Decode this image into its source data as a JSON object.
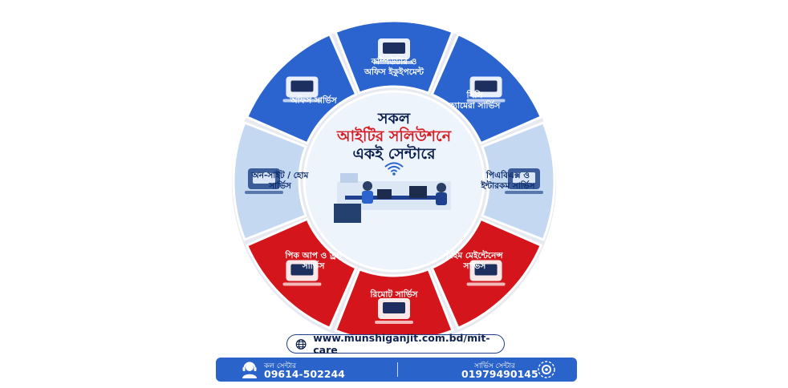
{
  "colors": {
    "blue": "#2b64cf",
    "light_blue": "#c4d8f1",
    "red": "#d4161c",
    "navy": "#0b1f4d"
  },
  "headline": {
    "line1": "সকল",
    "line2": "আইটির সলিউশনে",
    "line3": "একই সেন্টারে"
  },
  "segments": [
    {
      "id": "computer",
      "label": "কম্পিউটার ও\nঅফিস ইকুইপমেন্ট",
      "color": "blue",
      "icon": "computer-equipment-icon"
    },
    {
      "id": "cctv",
      "label": "সিসি\nক্যামেরা সার্ভিস",
      "color": "blue",
      "icon": "cctv-camera-icon"
    },
    {
      "id": "pabx",
      "label": "পিএবিএক্স ও\nইন্টারকম সার্ভিস",
      "color": "light_blue",
      "icon": "pabx-phone-icon"
    },
    {
      "id": "time",
      "label": "টাইম মেইন্টেনেন্স\nসার্ভিস",
      "color": "red",
      "icon": "time-clock-icon"
    },
    {
      "id": "remote",
      "label": "রিমোট সার্ভিস",
      "color": "red",
      "icon": "globe-network-icon"
    },
    {
      "id": "pickup",
      "label": "পিক আপ ও ড্রপ\nসার্ভিস",
      "color": "red",
      "icon": "delivery-truck-icon"
    },
    {
      "id": "onsite",
      "label": "অন-সাইট / হোম\nসার্ভিস",
      "color": "light_blue",
      "icon": "technician-desk-icon"
    },
    {
      "id": "office",
      "label": "অফিস সার্ভিস",
      "color": "blue",
      "icon": "office-printer-icon"
    }
  ],
  "website": {
    "url": "www.munshiganjit.com.bd/mit-care",
    "icon": "globe-icon"
  },
  "contact": {
    "call_center_label": "কল সেন্টার",
    "call_center_number": "09614-502244",
    "call_icon": "headset-agent-icon",
    "service_center_label": "সার্ভিস সেন্টার",
    "service_center_number": "01979490145",
    "service_icon": "gear-service-icon"
  }
}
